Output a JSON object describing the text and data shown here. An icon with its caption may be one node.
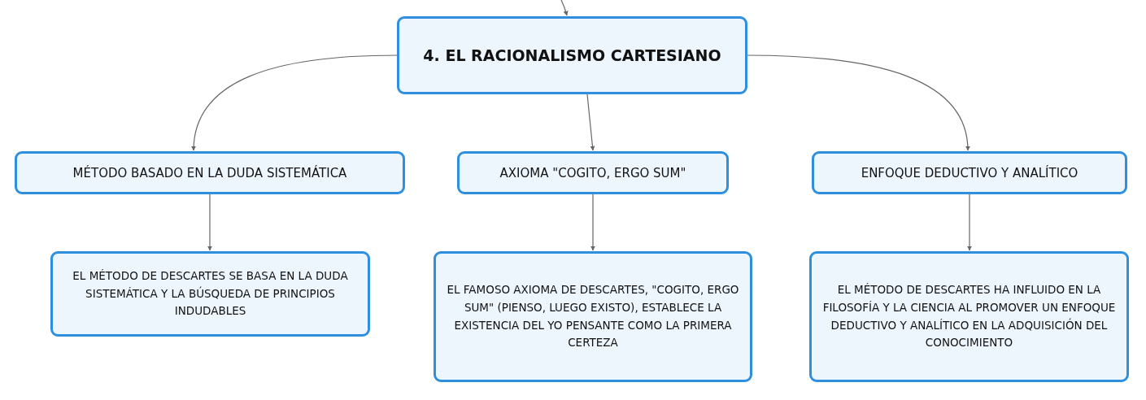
{
  "diagram": {
    "nodes": [
      {
        "text": [
          "4. EL RACIONALISMO CARTESIANO"
        ]
      },
      {
        "text": [
          "MÉTODO BASADO EN LA DUDA SISTEMÁTICA"
        ]
      },
      {
        "text": [
          "AXIOMA \"COGITO, ERGO SUM\""
        ]
      },
      {
        "text": [
          "ENFOQUE DEDUCTIVO Y ANALÍTICO"
        ]
      },
      {
        "text": [
          "EL MÉTODO DE DESCARTES SE BASA EN LA DUDA SISTEMÁTICA Y LA BÚSQUEDA DE PRINCIPIOS INDUDABLES"
        ]
      },
      {
        "text": [
          "EL FAMOSO AXIOMA DE DESCARTES, \"COGITO, ERGO SUM\" (PIENSO, LUEGO EXISTO), ESTABLECE LA EXISTENCIA DEL YO PENSANTE COMO LA PRIMERA CERTEZA"
        ]
      },
      {
        "text": [
          "EL MÉTODO DE DESCARTES HA INFLUIDO EN LA FILOSOFÍA Y LA CIENCIA AL PROMOVER UN ENFOQUE DEDUCTIVO Y ANALÍTICO EN LA ADQUISICIÓN DEL CONOCIMIENTO"
        ]
      }
    ],
    "edges": [
      {
        "from": null,
        "to": 0,
        "arrow": "to"
      },
      {
        "from": 0,
        "to": 1,
        "arrow": "to"
      },
      {
        "from": 0,
        "to": 2,
        "arrow": "to"
      },
      {
        "from": 0,
        "to": 3,
        "arrow": "to"
      },
      {
        "from": 1,
        "to": 4,
        "arrow": "to"
      },
      {
        "from": 2,
        "to": 5,
        "arrow": "to"
      },
      {
        "from": 3,
        "to": 6,
        "arrow": "to"
      }
    ]
  }
}
